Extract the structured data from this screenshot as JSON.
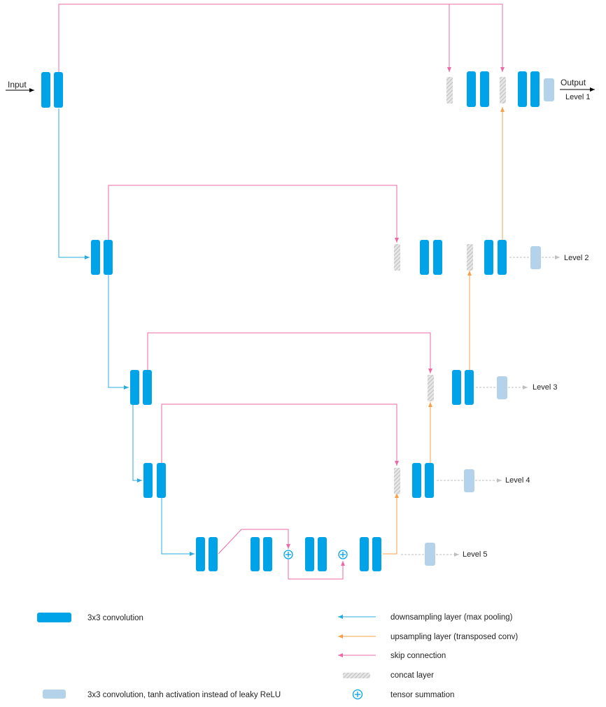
{
  "labels": {
    "input": "Input",
    "output": "Output",
    "level1": "Level 1",
    "level2": "Level 2",
    "level3": "Level 3",
    "level4": "Level 4",
    "level5": "Level 5"
  },
  "legend": {
    "conv": "3x3 convolution",
    "conv_tanh": "3x3 convolution, tanh activation instead of leaky ReLU",
    "downsampling": "downsampling layer (max pooling)",
    "upsampling": "upsampling layer (transposed conv)",
    "skip": "skip connection",
    "concat": "concat layer",
    "summation": "tensor summation"
  },
  "colors": {
    "conv": "#00a2e8",
    "conv_tanh": "#b4d3ea",
    "down": "#29abe2",
    "up": "#f7a04b",
    "skip": "#ec6aa7",
    "concat": "#d9d9d9",
    "dashed": "#bfbfbf"
  }
}
